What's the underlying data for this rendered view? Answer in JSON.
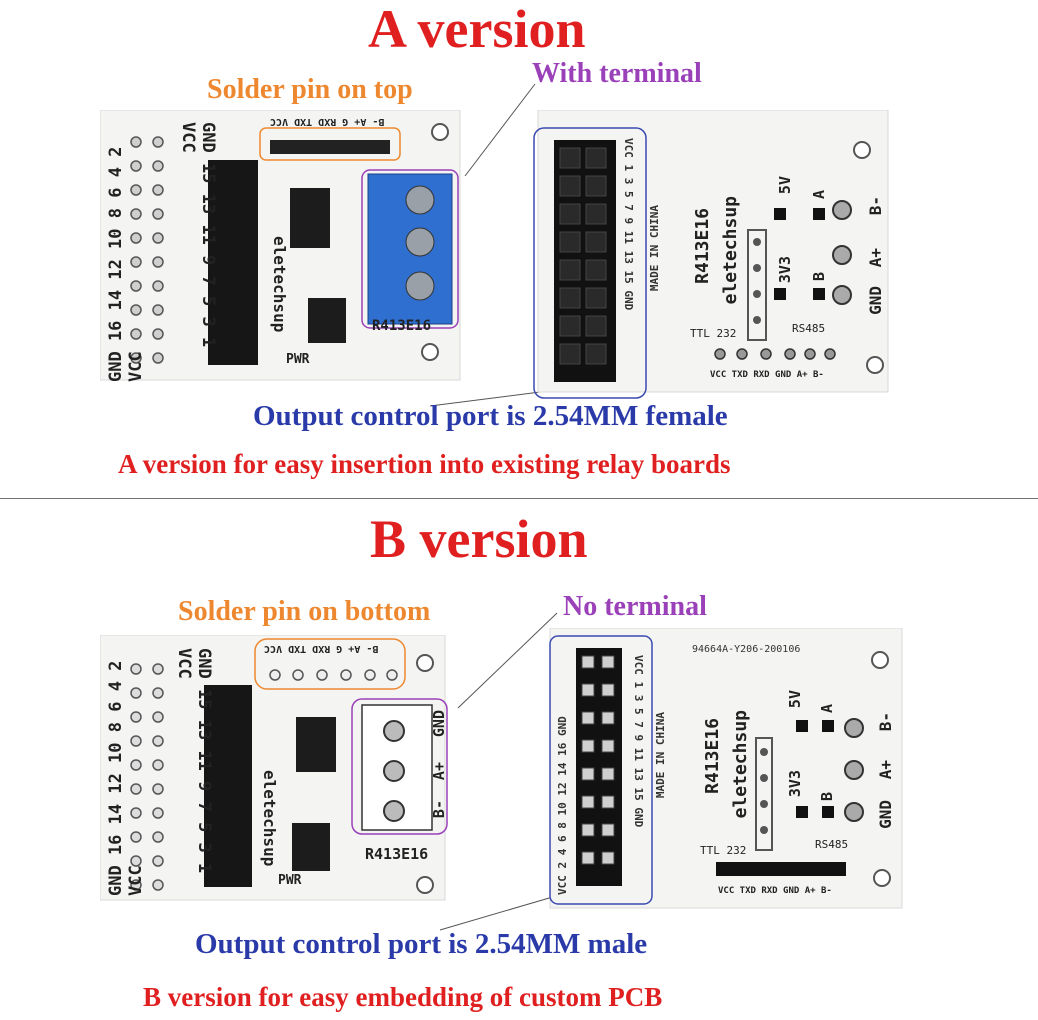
{
  "section_a": {
    "title": "A version",
    "callout_solder": "Solder pin on top",
    "callout_terminal": "With terminal",
    "port_note": "Output control port is 2.54MM female",
    "summary": "A version for easy insertion into existing relay boards"
  },
  "section_b": {
    "title": "B version",
    "callout_solder": "Solder pin on bottom",
    "callout_terminal": "No terminal",
    "port_note": "Output control port is 2.54MM male",
    "summary": "B version for easy embedding of custom PCB"
  },
  "board": {
    "model": "R413E16",
    "brand": "eletechsup",
    "made_in": "MADE IN CHINA",
    "pwr_label": "PWR",
    "pin_header_top": "B- A+ G RXD TXD VCC",
    "pin_header_bottom": "VCC TXD RXD GND A+ B-",
    "left_numbers_even": "GND 16 14 12 10 8 6 4 2 VCC",
    "left_numbers_odd": "GND 15 13 11 9 7 5 3 1 VCC",
    "voltage_5v": "5V",
    "voltage_3v3": "3V3",
    "ttl_232": "TTL 232",
    "rs485": "RS485",
    "terminal_labels": [
      "B-",
      "A+",
      "GND"
    ],
    "io_a": "A",
    "io_b": "B",
    "pcb_code": "94664A-Y206-200106",
    "back_pins_odd": "VCC 1 3 5 7 9 11 13 15 GND",
    "back_pins_even": "VCC 2 4 6 8 10 12 14 16 GND"
  }
}
